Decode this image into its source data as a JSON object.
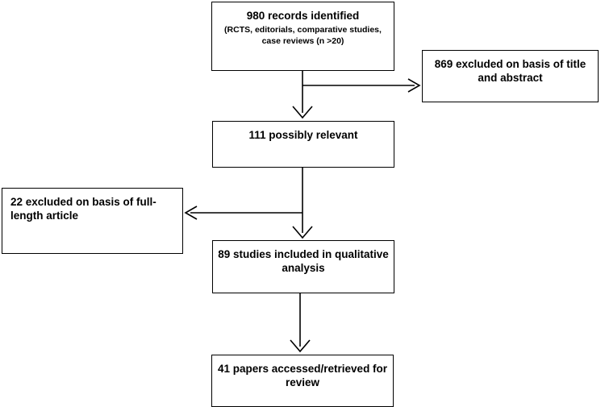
{
  "diagram": {
    "records_identified": {
      "title": "980 records identified",
      "subtitle": "(RCTS, editorials, comparative studies, case reviews (n >20)"
    },
    "excluded_title_abstract": {
      "text": "869 excluded on basis of title and abstract"
    },
    "possibly_relevant": {
      "text": "111 possibly relevant"
    },
    "excluded_full_length": {
      "text": "22 excluded on basis of full-length article"
    },
    "qualitative_analysis": {
      "text": "89 studies included in qualitative analysis"
    },
    "papers_retrieved": {
      "text": "41 papers accessed/retrieved for review"
    }
  }
}
